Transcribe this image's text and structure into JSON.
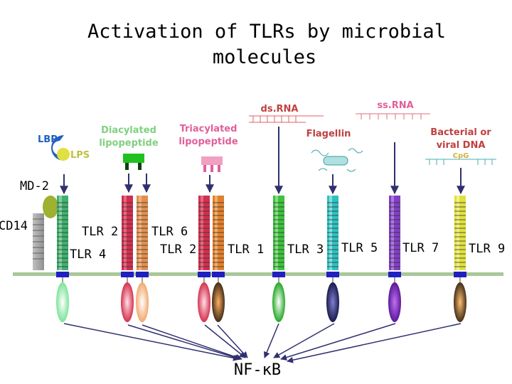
{
  "title": {
    "line1": "Activation of TLRs by microbial",
    "line2": "molecules"
  },
  "ligands": {
    "lbp": "LBP",
    "lps": "LPS",
    "md2": "MD-2",
    "cd14": "CD14",
    "diacylated": [
      "Diacylated",
      "lipopeptide"
    ],
    "triacylated": [
      "Triacylated",
      "lipopeptide"
    ],
    "dsrna": "ds.RNA",
    "flagellin": "Flagellin",
    "ssrna": "ss.RNA",
    "bacterial": [
      "Bacterial or",
      "viral DNA"
    ],
    "cpg": "CpG"
  },
  "receptors": {
    "tlr2a": "TLR 2",
    "tlr4": "TLR 4",
    "tlr6": "TLR 6",
    "tlr2b": "TLR 2",
    "tlr1": "TLR 1",
    "tlr3": "TLR 3",
    "tlr5": "TLR 5",
    "tlr7": "TLR 7",
    "tlr9": "TLR 9"
  },
  "output": {
    "nfkb": "NF-κB"
  },
  "colors": {
    "ligand_pink": "#e0609a",
    "ligand_green": "#80d080",
    "ligand_darkred": "#c04040",
    "ligand_teal": "#40b0b0",
    "membrane": "#a8c898",
    "arrow": "#303070",
    "tlr4": "#40b070",
    "tlr2": "#d03050",
    "tlr6": "#e09050",
    "tlr1": "#e08030",
    "tlr3": "#40c040",
    "tlr5": "#30c0c0",
    "tlr7": "#8040c0",
    "tlr9": "#e0e040"
  }
}
